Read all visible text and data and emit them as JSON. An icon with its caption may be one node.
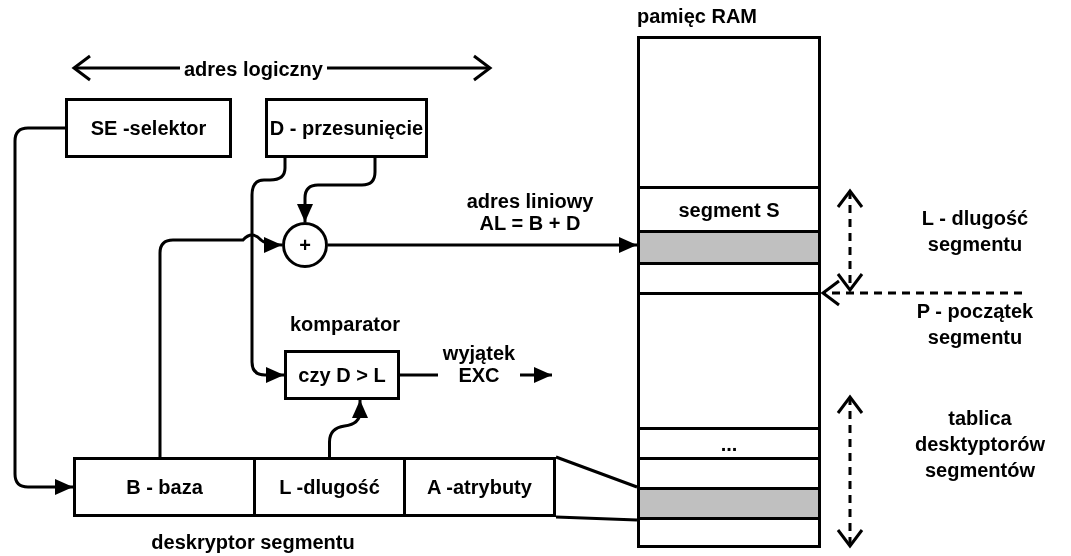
{
  "diagram": {
    "nodes": [
      {
        "text": [
          "SE -selektor"
        ]
      },
      {
        "text": [
          "D - przesunięcie"
        ]
      },
      {
        "text": [
          "+"
        ]
      },
      {
        "text": [
          "czy D > L"
        ],
        "beside": [
          "komparator"
        ]
      },
      {
        "text": [
          "B - baza"
        ]
      },
      {
        "text": [
          "L -dlugość"
        ]
      },
      {
        "text": [
          "A -atrybuty"
        ]
      },
      {
        "text": [
          "pamięc RAM"
        ]
      },
      {
        "text": [
          "segment S"
        ],
        "in": 7
      },
      {
        "text": [],
        "shape": "bar",
        "in": 7
      },
      {
        "text": [
          "..."
        ],
        "in": 7
      },
      {
        "text": [],
        "shape": "bar",
        "in": 7
      }
    ],
    "edges": [
      {
        "from": 0,
        "to": 4,
        "arrow": "to"
      },
      {
        "from": 1,
        "to": 2,
        "arrow": "to"
      },
      {
        "from": 1,
        "to": 3,
        "arrow": "to"
      },
      {
        "from": 4,
        "to": 2,
        "arrow": "to"
      },
      {
        "from": 2,
        "to": 9,
        "label": "adres liniowy AL = B + D",
        "arrow": "to"
      },
      {
        "from": 5,
        "to": 3,
        "arrow": "to"
      },
      {
        "from": 3,
        "to": null,
        "label": "wyjątek EXC",
        "arrow": "to"
      },
      {
        "from": 6,
        "to": 11,
        "arrow": "none"
      }
    ],
    "labels": [
      "adres logiczny",
      "L - dlugość segmentu",
      "P - początek segmentu",
      "tablica desktyptorów segmentów",
      "deskryptor segmentu"
    ]
  }
}
